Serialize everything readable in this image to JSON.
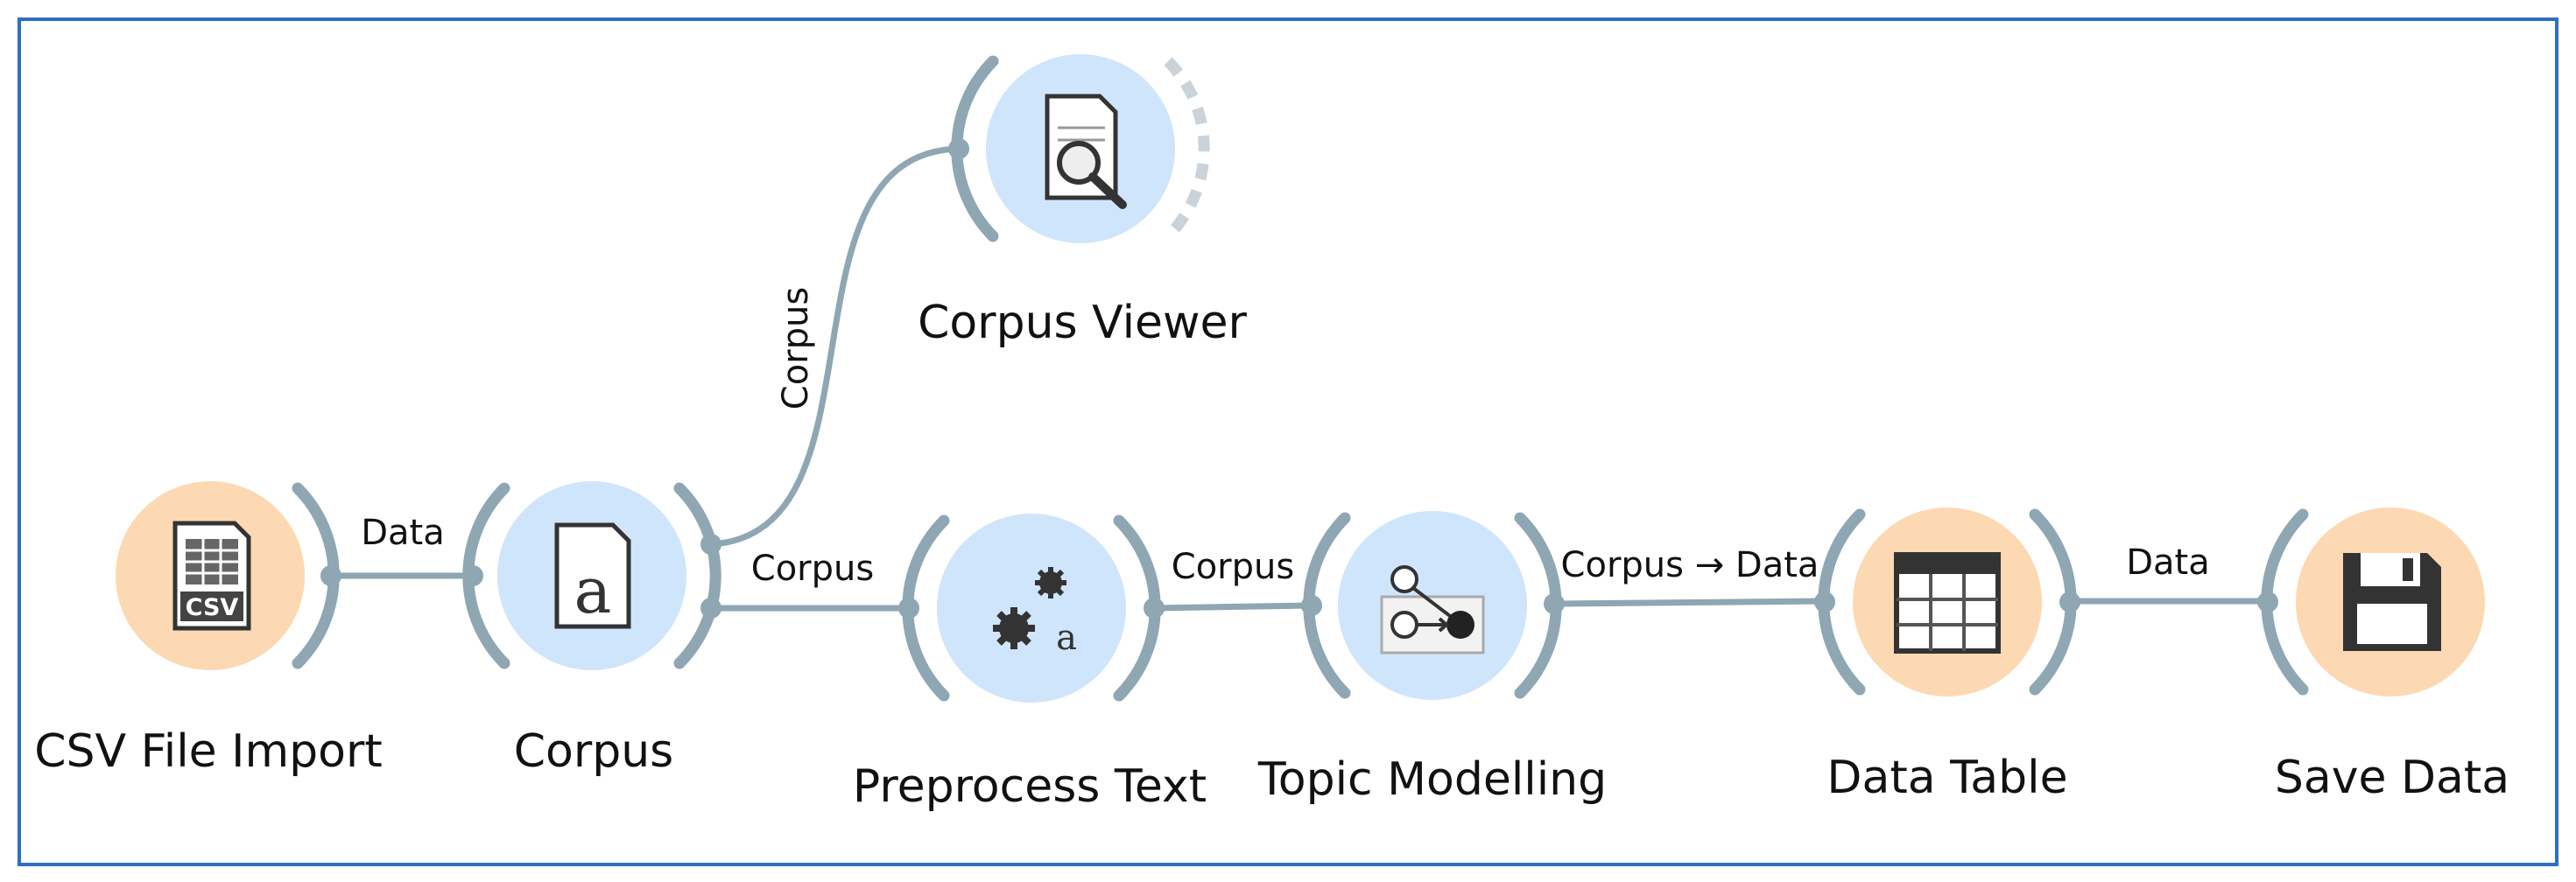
{
  "workflow": {
    "nodes": [
      {
        "id": "csv_file_import",
        "label": "CSV File Import",
        "icon": "csv-file-icon",
        "color": "#fcd9b3"
      },
      {
        "id": "corpus",
        "label": "Corpus",
        "icon": "corpus-document-icon",
        "color": "#cfe5fb"
      },
      {
        "id": "corpus_viewer",
        "label": "Corpus Viewer",
        "icon": "document-search-icon",
        "color": "#cfe5fb"
      },
      {
        "id": "preprocess_text",
        "label": "Preprocess Text",
        "icon": "gears-text-icon",
        "color": "#cfe5fb"
      },
      {
        "id": "topic_modelling",
        "label": "Topic Modelling",
        "icon": "topic-graph-icon",
        "color": "#cfe5fb"
      },
      {
        "id": "data_table",
        "label": "Data Table",
        "icon": "table-icon",
        "color": "#fcd9b3"
      },
      {
        "id": "save_data",
        "label": "Save Data",
        "icon": "floppy-disk-icon",
        "color": "#fcd9b3"
      }
    ],
    "links": [
      {
        "from": "csv_file_import",
        "to": "corpus",
        "label": "Data"
      },
      {
        "from": "corpus",
        "to": "corpus_viewer",
        "label": "Corpus"
      },
      {
        "from": "corpus",
        "to": "preprocess_text",
        "label": "Corpus"
      },
      {
        "from": "preprocess_text",
        "to": "topic_modelling",
        "label": "Corpus"
      },
      {
        "from": "topic_modelling",
        "to": "data_table",
        "label": "Corpus → Data"
      },
      {
        "from": "data_table",
        "to": "save_data",
        "label": "Data"
      }
    ],
    "icon_texts": {
      "csv": "CSV",
      "corpus_letter": "a",
      "preprocess_letter": "a"
    },
    "colors": {
      "frame": "#2f6fc0",
      "link": "#8fa6b3",
      "node_blue": "#cfe5fb",
      "node_orange": "#fcd9b3"
    }
  }
}
